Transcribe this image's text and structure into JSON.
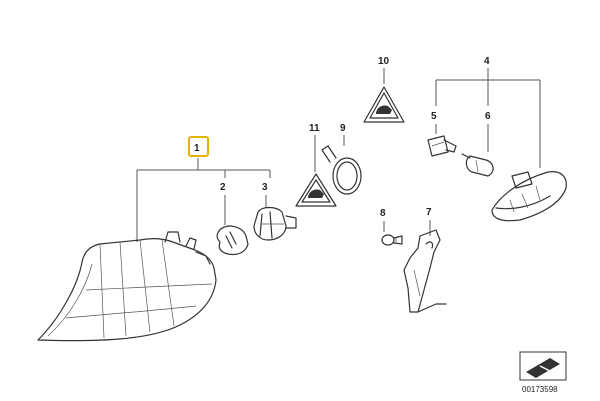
{
  "callouts": {
    "c1": "1",
    "c2": "2",
    "c3": "3",
    "c4": "4",
    "c5": "5",
    "c6": "6",
    "c7": "7",
    "c8": "8",
    "c9": "9",
    "c10": "10",
    "c11": "11"
  },
  "highlighted_callout": "1",
  "highlight_color": "#e0b400",
  "diagram_reference": "00173598",
  "icons": {
    "warning_signs": "warning-triangle-hand-icon",
    "diagram_nav": "document-arrow-icon"
  }
}
